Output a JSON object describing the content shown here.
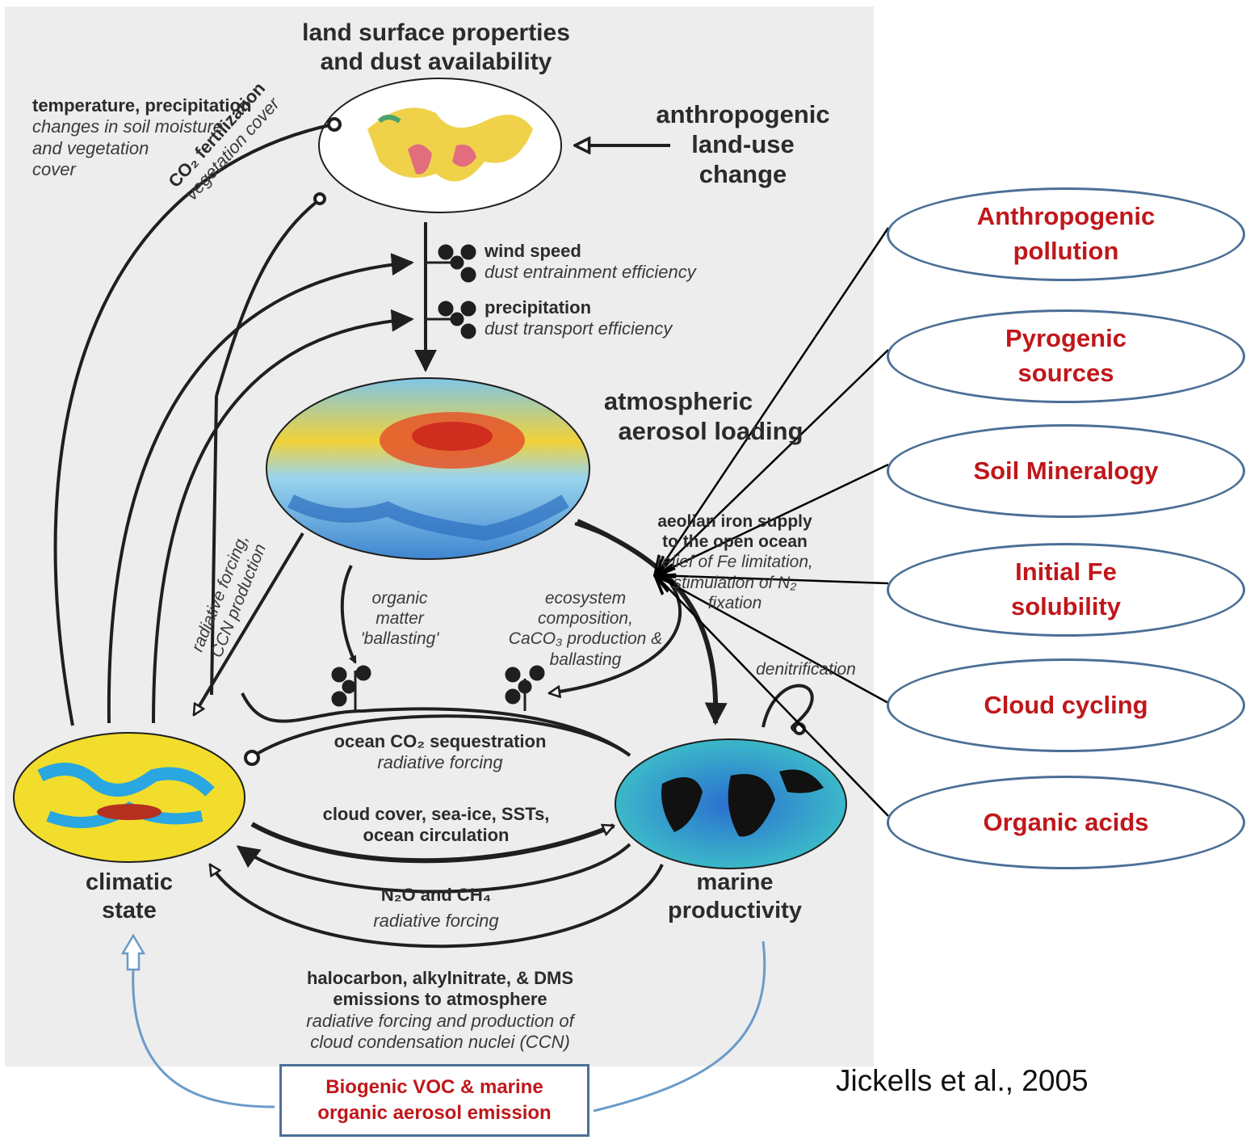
{
  "labels": {
    "land_surface": [
      "land surface properties",
      "and dust availability"
    ],
    "anthropogenic_land_use": [
      "anthropogenic",
      "land-use",
      "change"
    ],
    "temp_precip": {
      "bold": "temperature, precipitation",
      "italic": [
        "changes in soil moisture",
        "and vegetation",
        "cover"
      ]
    },
    "co2_fert": {
      "bold": "CO₂ fertilization",
      "italic": "vegetation cover"
    },
    "wind_speed": {
      "bold": "wind speed",
      "italic": "dust entrainment efficiency"
    },
    "precipitation": {
      "bold": "precipitation",
      "italic": "dust transport efficiency"
    },
    "aerosol_loading": [
      "atmospheric",
      "aerosol loading"
    ],
    "aeolian": {
      "bold": [
        "aeolian iron supply",
        "to the open ocean"
      ],
      "italic": [
        "relief of Fe limitation,",
        "stimulation of N₂",
        "fixation"
      ]
    },
    "radiative_ccn": [
      "radiative forcing,",
      "CCN production"
    ],
    "organic_ballast": [
      "organic",
      "matter",
      "'ballasting'"
    ],
    "ecosystem": [
      "ecosystem",
      "composition,",
      "CaCO₃ production &",
      "ballasting"
    ],
    "denitrification": "denitrification",
    "ocean_co2": {
      "bold": "ocean CO₂ sequestration",
      "italic": "radiative forcing"
    },
    "cloud_cover": [
      "cloud cover, sea-ice, SSTs,",
      "ocean circulation"
    ],
    "n2o": {
      "bold": "N₂O and CH₄",
      "italic": "radiative forcing"
    },
    "climatic_state": [
      "climatic",
      "state"
    ],
    "marine_productivity": [
      "marine",
      "productivity"
    ],
    "halocarbon": {
      "bold": [
        "halocarbon, alkylnitrate, & DMS",
        "emissions to atmosphere"
      ],
      "italic": [
        "radiative forcing and production of",
        "cloud condensation nuclei (CCN)"
      ]
    }
  },
  "factors": [
    [
      "Anthropogenic",
      "pollution"
    ],
    [
      "Pyrogenic",
      "sources"
    ],
    [
      "Soil Mineralogy"
    ],
    [
      "Initial Fe",
      "solubility"
    ],
    [
      "Cloud cycling"
    ],
    [
      "Organic acids"
    ]
  ],
  "biogenic_box": [
    "Biogenic VOC & marine",
    "organic aerosol emission"
  ],
  "citation": "Jickells et al., 2005",
  "colors": {
    "factor_text": "#c0171b",
    "ellipse_border": "#4b6f96",
    "blue_arrow": "#6a9bc9",
    "diagram_arrows": "#1f1f1f"
  },
  "globes": [
    "land-surface-globe",
    "aerosol-globe",
    "climate-globe",
    "marine-globe"
  ]
}
